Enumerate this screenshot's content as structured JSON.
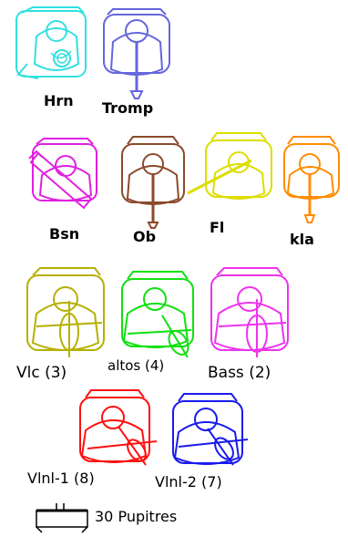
{
  "colors": {
    "hrn": "#33e0e0",
    "tromp": "#6666dd",
    "bsn": "#e020e0",
    "ob": "#8b4a2b",
    "fl": "#dddd00",
    "kla": "#ff8c00",
    "vlc": "#b5b000",
    "altos": "#10e010",
    "bass": "#ee33ee",
    "vln1": "#ff1010",
    "vln2": "#1a1aee",
    "legend": "#000000"
  },
  "labels": {
    "hrn": "Hrn",
    "tromp": "Tromp",
    "bsn": "Bsn",
    "ob": "Ob",
    "fl": "Fl",
    "kla": "kla",
    "vlc": "Vlc (3)",
    "altos": "altos (4)",
    "bass": "Bass (2)",
    "vln1": "Vlnl-1 (8)",
    "vln2": "Vlnl-2 (7)"
  },
  "legend": {
    "icon": "music-stand-icon",
    "text": "30 Pupitres"
  }
}
